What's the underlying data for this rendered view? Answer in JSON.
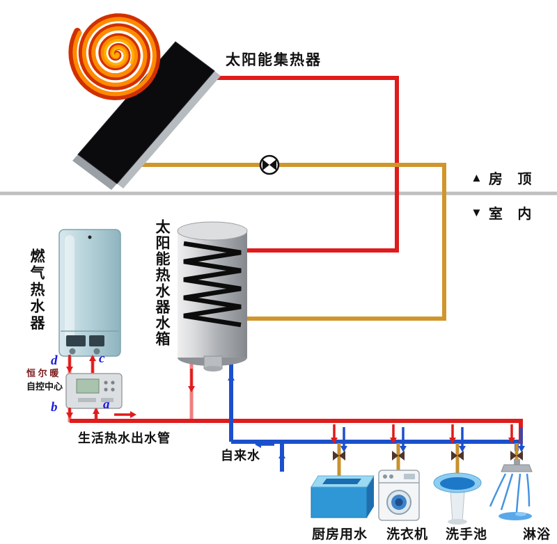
{
  "colors": {
    "hot": "#e01b1b",
    "hot-light": "#ef7f7f",
    "cold": "#1b50cc",
    "solar-loop": "#d0962c",
    "branch-pipe": "#c8912e",
    "sun-outer": "#d03000",
    "sun-mid": "#ff8a00",
    "sun-core": "#ffb000",
    "panel": "#0b0b0e",
    "roof-line": "#bfbfbf",
    "port-letter": "#1a1ae0",
    "valve": "#4d342c"
  },
  "labels": {
    "collector": "太阳能集热器",
    "roof": "房 顶",
    "indoor": "室 内",
    "gas_heater": "燃气热水器",
    "tank": "太阳能热水器水箱",
    "controller_line1": "恒 尔 暖",
    "controller_line2": "自控中心",
    "hot_water_outlet": "生活热水出水管",
    "tap_water": "自来水"
  },
  "icons": {
    "roof_marker": "▲",
    "indoor_marker": "▼"
  },
  "ports": {
    "a": "a",
    "b": "b",
    "c": "c",
    "d": "d"
  },
  "appliances": [
    {
      "label": "厨房用水"
    },
    {
      "label": "洗衣机"
    },
    {
      "label": "洗手池"
    },
    {
      "label": "淋浴"
    }
  ]
}
